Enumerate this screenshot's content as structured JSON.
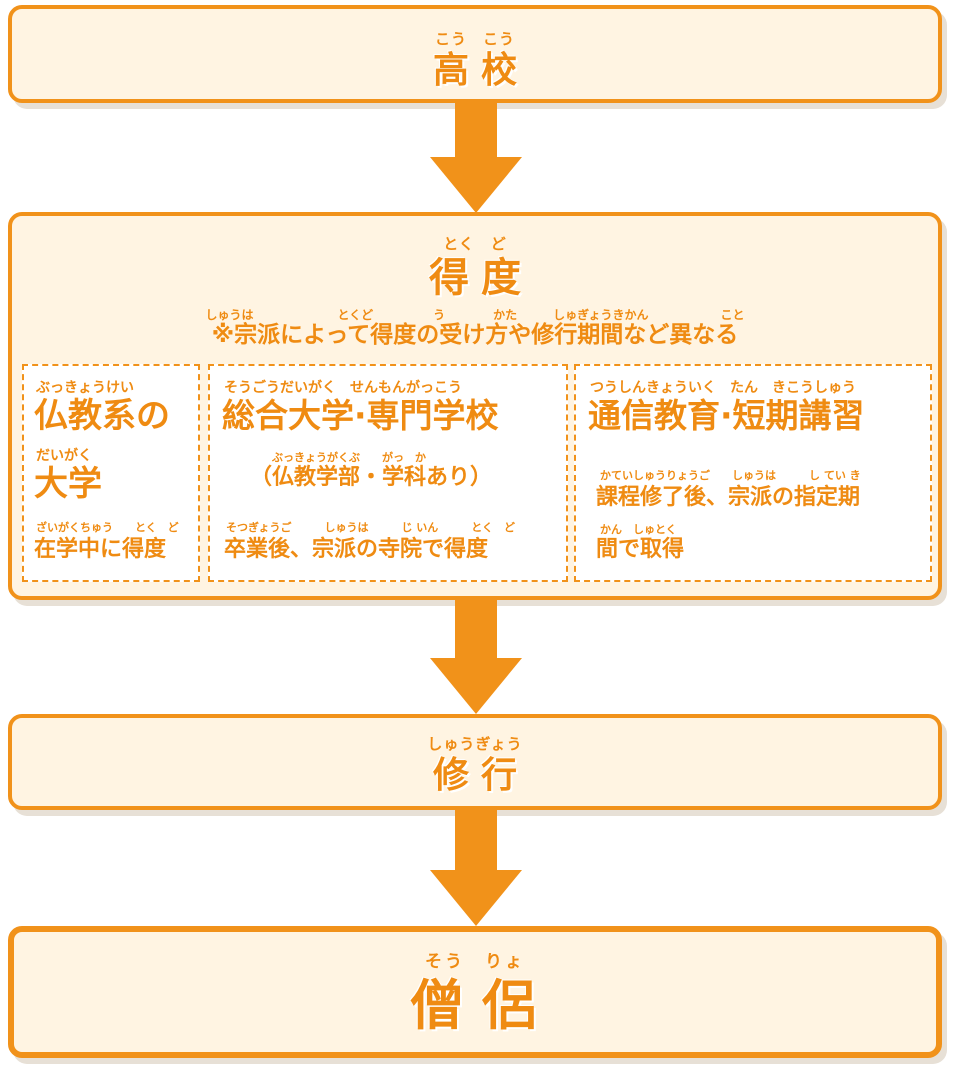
{
  "highschool": {
    "ruby": "こう　こう",
    "title": "高校"
  },
  "tokudo": {
    "ruby": "とく　ど",
    "title": "得度",
    "note_ruby": "しゅうは　　　　　　　とくど　　　　　う　　　　かた　　　しゅぎょうきかん　　　　　　こと",
    "note": "※宗派によって得度の受け方や修行期間など異なる"
  },
  "routes": {
    "buddhist": {
      "ruby1": "ぶっきょうけい",
      "title1": "仏教系の",
      "ruby2": "だいがく",
      "title2": "大学",
      "desc_ruby": "ざいがくちゅう　　とく　ど",
      "desc": "在学中に得度"
    },
    "general": {
      "ruby1": "そうごうだいがく　せんもんがっこう",
      "title1": "総合大学·専門学校",
      "sub_ruby": "ぶっきょうがくぶ　　がっ　か",
      "sub": "（仏教学部・学科あり）",
      "desc_ruby": "そつぎょうご　　　しゅうは　　　じ いん　　　とく　ど",
      "desc": "卒業後、宗派の寺院で得度"
    },
    "distance": {
      "ruby1": "つうしんきょういく　たん　きこうしゅう",
      "title1": "通信教育·短期講習",
      "desc_ruby1": "かていしゅうりょうご　　しゅうは　　　し てい き",
      "desc1": "課程修了後、宗派の指定期",
      "desc_ruby2": "かん　しゅとく",
      "desc2": "間で取得"
    }
  },
  "shugyo": {
    "ruby": "しゅうぎょう",
    "title": "修行"
  },
  "monk": {
    "ruby": "そう　りょ",
    "title": "僧侶"
  },
  "colors": {
    "accent": "#f1921a",
    "fill": "#fff4e2",
    "text": "#ef8b12"
  }
}
